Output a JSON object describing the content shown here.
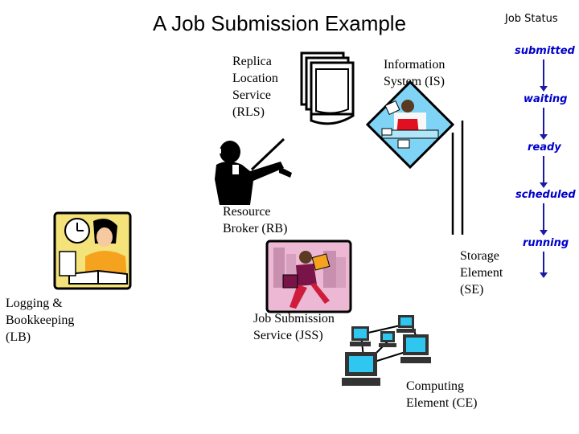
{
  "title": "A Job Submission Example",
  "job_status": {
    "heading": "Job Status",
    "states": [
      "submitted",
      "waiting",
      "ready",
      "scheduled",
      "running"
    ],
    "state_color": "#0000cc",
    "arrow_color": "#1a1aa6"
  },
  "components": {
    "rls": "Replica\nLocation\nService\n(RLS)",
    "is": "Information\nSystem (IS)",
    "rb": "Resource\nBroker (RB)",
    "lb": "Logging &\nBookkeeping\n(LB)",
    "se": "Storage\nElement\n(SE)",
    "jss": "Job Submission\nService (JSS)",
    "ce": "Computing\nElement (CE)"
  }
}
